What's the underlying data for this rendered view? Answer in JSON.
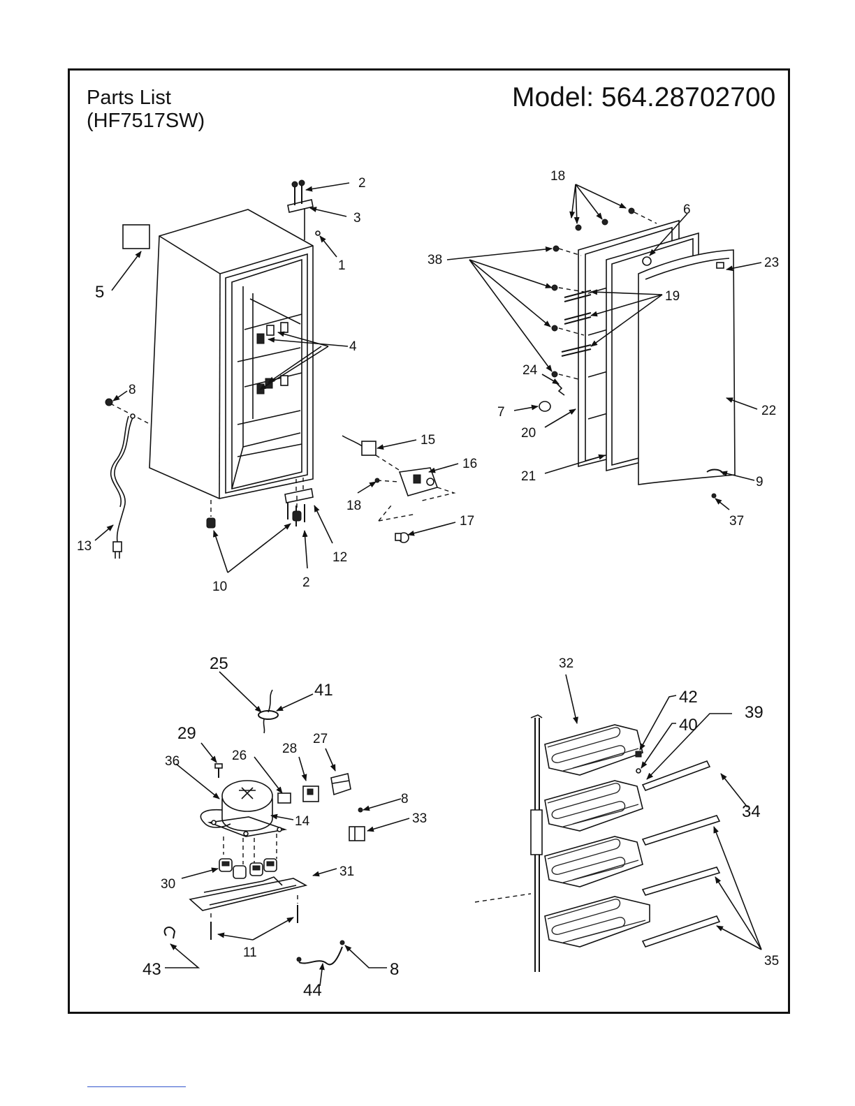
{
  "header": {
    "title": "Parts List",
    "code": "(HF7517SW)",
    "model": "Model: 564.28702700"
  },
  "callouts": [
    {
      "id": "c2a",
      "text": "2"
    },
    {
      "id": "c3",
      "text": "3"
    },
    {
      "id": "c1",
      "text": "1"
    },
    {
      "id": "c5",
      "text": "5"
    },
    {
      "id": "c4",
      "text": "4"
    },
    {
      "id": "c8a",
      "text": "8"
    },
    {
      "id": "c13",
      "text": "13"
    },
    {
      "id": "c10",
      "text": "10"
    },
    {
      "id": "c2b",
      "text": "2"
    },
    {
      "id": "c12",
      "text": "12"
    },
    {
      "id": "c15",
      "text": "15"
    },
    {
      "id": "c16",
      "text": "16"
    },
    {
      "id": "c18a",
      "text": "18"
    },
    {
      "id": "c17",
      "text": "17"
    },
    {
      "id": "c18b",
      "text": "18"
    },
    {
      "id": "c6",
      "text": "6"
    },
    {
      "id": "c38",
      "text": "38"
    },
    {
      "id": "c23",
      "text": "23"
    },
    {
      "id": "c19",
      "text": "19"
    },
    {
      "id": "c24",
      "text": "24"
    },
    {
      "id": "c7",
      "text": "7"
    },
    {
      "id": "c20",
      "text": "20"
    },
    {
      "id": "c22",
      "text": "22"
    },
    {
      "id": "c21",
      "text": "21"
    },
    {
      "id": "c9",
      "text": "9"
    },
    {
      "id": "c37",
      "text": "37"
    },
    {
      "id": "c25",
      "text": "25"
    },
    {
      "id": "c41",
      "text": "41"
    },
    {
      "id": "c29",
      "text": "29"
    },
    {
      "id": "c26",
      "text": "26"
    },
    {
      "id": "c28",
      "text": "28"
    },
    {
      "id": "c27",
      "text": "27"
    },
    {
      "id": "c36",
      "text": "36"
    },
    {
      "id": "c8b",
      "text": "8"
    },
    {
      "id": "c14",
      "text": "14"
    },
    {
      "id": "c33",
      "text": "33"
    },
    {
      "id": "c30",
      "text": "30"
    },
    {
      "id": "c31",
      "text": "31"
    },
    {
      "id": "c11",
      "text": "11"
    },
    {
      "id": "c43",
      "text": "43"
    },
    {
      "id": "c44",
      "text": "44"
    },
    {
      "id": "c8c",
      "text": "8"
    },
    {
      "id": "c32",
      "text": "32"
    },
    {
      "id": "c42",
      "text": "42"
    },
    {
      "id": "c40",
      "text": "40"
    },
    {
      "id": "c39",
      "text": "39"
    },
    {
      "id": "c34",
      "text": "34"
    },
    {
      "id": "c35",
      "text": "35"
    }
  ]
}
